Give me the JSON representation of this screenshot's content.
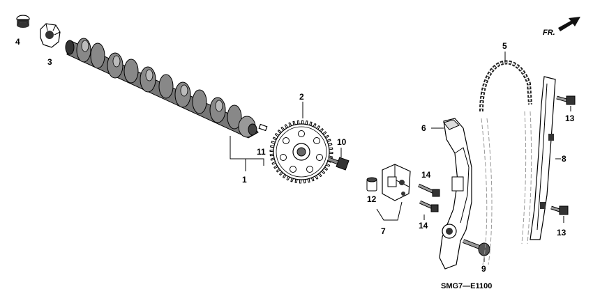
{
  "diagram": {
    "reference_code": "SMG7—E1100",
    "direction_label": "FR.",
    "callouts": [
      {
        "id": "1",
        "text": "1"
      },
      {
        "id": "2",
        "text": "2"
      },
      {
        "id": "3",
        "text": "3"
      },
      {
        "id": "4",
        "text": "4"
      },
      {
        "id": "5",
        "text": "5"
      },
      {
        "id": "6",
        "text": "6"
      },
      {
        "id": "7",
        "text": "7"
      },
      {
        "id": "8",
        "text": "8"
      },
      {
        "id": "9",
        "text": "9"
      },
      {
        "id": "10",
        "text": "10"
      },
      {
        "id": "11",
        "text": "11"
      },
      {
        "id": "12",
        "text": "12"
      },
      {
        "id": "13a",
        "text": "13"
      },
      {
        "id": "13b",
        "text": "13"
      },
      {
        "id": "14a",
        "text": "14"
      },
      {
        "id": "14b",
        "text": "14"
      }
    ]
  }
}
